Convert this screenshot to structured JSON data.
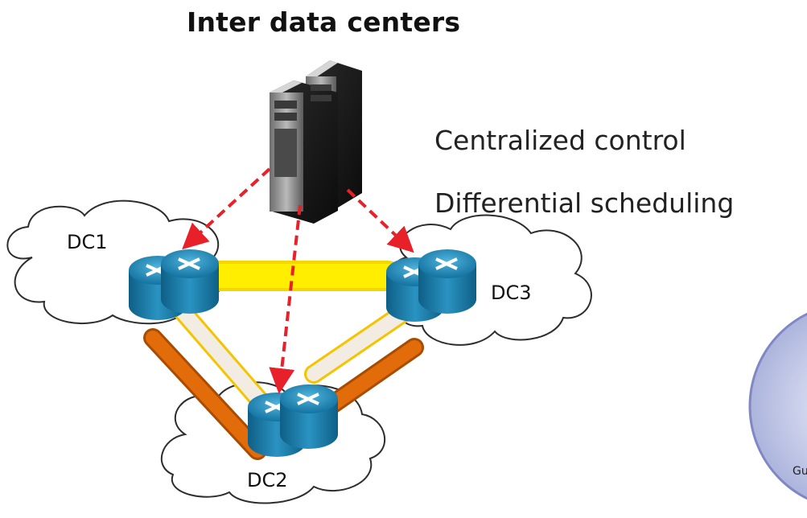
{
  "title": "Inter data centers",
  "features": [
    "Centralized control",
    "Differential scheduling"
  ],
  "nodes": {
    "dc1": "DC1",
    "dc2": "DC2",
    "dc3": "DC3"
  },
  "partial_text": "Gu",
  "colors": {
    "control_arrow": "#e8202a",
    "link_yellow": "#ffee00",
    "link_orange": "#e36c0a",
    "link_light": "#f4e8d8",
    "router_blue": "#1b86b5"
  },
  "icons": [
    "server-icon",
    "router-icon",
    "cloud-icon"
  ]
}
